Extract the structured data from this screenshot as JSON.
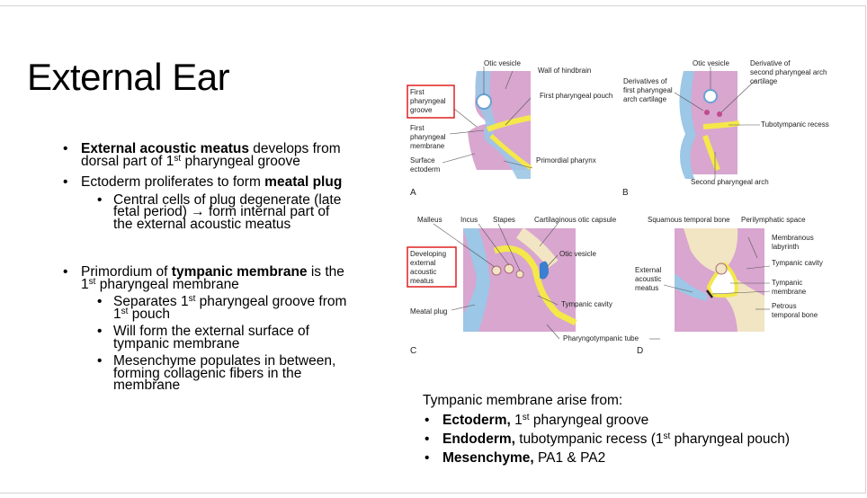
{
  "slide": {
    "title": "External Ear",
    "bullets": [
      {
        "bold": "External acoustic meatus",
        "rest": " develops from dorsal part of 1",
        "sup": "st",
        "tail": " pharyngeal groove"
      },
      {
        "plain": "Ectoderm proliferates to form ",
        "bold": "meatal plug",
        "sub": [
          {
            "text": "Central cells of plug degenerate (late fetal period) → form internal part of the external acoustic meatus"
          }
        ]
      },
      {
        "plain": "Primordium of ",
        "bold": "tympanic membrane",
        "rest": " is the 1",
        "sup": "st",
        "tail": " pharyngeal membrane",
        "sub": [
          {
            "a": "Separates 1",
            "sup1": "st",
            "b": " pharyngeal groove from 1",
            "sup2": "st",
            "c": " pouch"
          },
          {
            "text": "Will form the external surface of tympanic membrane"
          },
          {
            "text": "Mesenchyme populates in between, forming collagenic fibers in the membrane"
          }
        ]
      }
    ]
  },
  "figure": {
    "panel_labels": [
      "A",
      "B",
      "C",
      "D"
    ],
    "panel_a": {
      "otic_vesicle": "Otic vesicle",
      "wall_of_hindbrain": "Wall of hindbrain",
      "first_pharyngeal_groove": [
        "First",
        "pharyngeal",
        "groove"
      ],
      "first_pharyngeal_pouch": "First pharyngeal pouch",
      "first_pharyngeal_membrane": [
        "First",
        "pharyngeal",
        "membrane"
      ],
      "surface_ectoderm": [
        "Surface",
        "ectoderm"
      ],
      "primordial_pharynx": "Primordial pharynx"
    },
    "panel_b": {
      "otic_vesicle": "Otic vesicle",
      "derivative_second_arch": [
        "Derivative of",
        "second pharyngeal arch",
        "cartilage"
      ],
      "derivatives_first_arch": [
        "Derivatives of",
        "first pharyngeal",
        "arch cartilage"
      ],
      "tubotympanic_recess": "Tubotympanic recess",
      "second_pharyngeal_arch": "Second pharyngeal arch"
    },
    "panel_c": {
      "malleus": "Malleus",
      "incus": "Incus",
      "stapes": "Stapes",
      "cartilaginous_otic_capsule": "Cartilaginous otic capsule",
      "developing_meatus": [
        "Developing",
        "external",
        "acoustic",
        "meatus"
      ],
      "otic_vesicle": "Otic vesicle",
      "meatal_plug": "Meatal plug",
      "tympanic_cavity": "Tympanic cavity",
      "pharyngotympanic_tube": "Pharyngotympanic tube"
    },
    "panel_d": {
      "squamous_temporal_bone": "Squamous temporal bone",
      "perilymphatic_space": "Perilymphatic space",
      "membranous_labyrinth": [
        "Membranous",
        "labyrinth"
      ],
      "external_acoustic_meatus": [
        "External",
        "acoustic",
        "meatus"
      ],
      "tympanic_cavity": "Tympanic cavity",
      "tympanic_membrane": [
        "Tympanic",
        "membrane"
      ],
      "petrous_temporal_bone": [
        "Petrous",
        "temporal bone"
      ]
    },
    "colors": {
      "tissue_pink": "#d8a6cf",
      "endoderm_yellow": "#fff36a",
      "ectoderm_blue": "#9cc7e6",
      "highlight_red": "#e02020",
      "cartilage_beige": "#f1e5c3"
    }
  },
  "tympanic_box": {
    "heading": "Tympanic membrane arise from:",
    "items": [
      {
        "bold": "Ectoderm,",
        "a": " 1",
        "sup": "st",
        "b": " pharyngeal groove"
      },
      {
        "bold": "Endoderm,",
        "a": " tubotympanic recess (1",
        "sup": "st",
        "b": " pharyngeal pouch)"
      },
      {
        "bold": "Mesenchyme,",
        "a": " PA1 & PA2"
      }
    ]
  }
}
